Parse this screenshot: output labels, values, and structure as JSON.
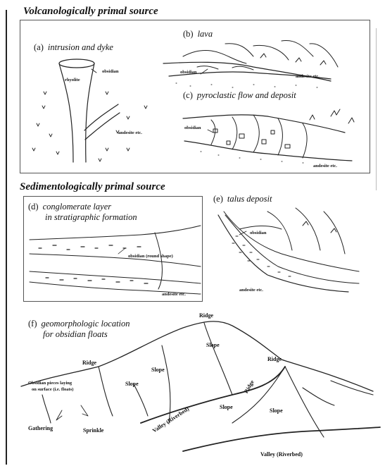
{
  "sections": {
    "volcanic_title": "Volcanologically primal source",
    "sediment_title": "Sedimentologically primal source"
  },
  "panels": {
    "a": {
      "letter": "(a)",
      "title": "intrusion and dyke",
      "rhyolite": "rhyolite",
      "obsidian": "obsidian",
      "andesite": "andesite etc."
    },
    "b": {
      "letter": "(b)",
      "title": "lava",
      "obsidian": "obsidian",
      "andesite": "andesite etc."
    },
    "c": {
      "letter": "(c)",
      "title": "pyroclastic flow and deposit",
      "obsidian": "obsidian",
      "andesite": "andesite etc."
    },
    "d": {
      "letter": "(d)",
      "title_line1": "conglomerate layer",
      "title_line2": "in stratigraphic formation",
      "obsidian": "obsidian (round shape)",
      "andesite": "andesite etc."
    },
    "e": {
      "letter": "(e)",
      "title": "talus deposit",
      "obsidian": "obsidian",
      "andesite": "andesite etc."
    },
    "f": {
      "letter": "(f)",
      "title_line1": "geomorphologic location",
      "title_line2": "for obsidian floats",
      "ridge_top": "Ridge",
      "ridge_left": "Ridge",
      "ridge_right": "Ridge",
      "ridge_middle": "Ridge",
      "slope_top": "Slope",
      "slope_left": "Slope",
      "slope_mid": "Slope",
      "slope_right1": "Slope",
      "slope_right2": "Slope",
      "pieces_line1": "Obsidian pieces laying",
      "pieces_line2": "on surface (i.e. floats)",
      "gathering": "Gathering",
      "sprinkle": "Sprinkle",
      "valley_left": "Valley (Riverbed)",
      "valley_bottom": "Valley (Riverbed)"
    }
  }
}
